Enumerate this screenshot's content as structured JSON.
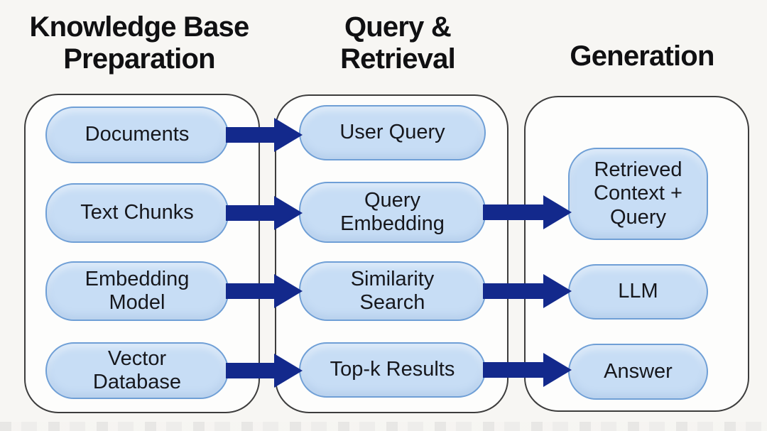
{
  "columns": [
    {
      "id": "knowledge-base-preparation",
      "header": "Knowledge Base\nPreparation",
      "items": [
        {
          "id": "documents",
          "label": "Documents"
        },
        {
          "id": "text-chunks",
          "label": "Text Chunks"
        },
        {
          "id": "embedding-model",
          "label": "Embedding\nModel"
        },
        {
          "id": "vector-database",
          "label": "Vector\nDatabase"
        }
      ]
    },
    {
      "id": "query-retrieval",
      "header": "Query &\nRetrieval",
      "items": [
        {
          "id": "user-query",
          "label": "User Query"
        },
        {
          "id": "query-embedding",
          "label": "Query\nEmbedding"
        },
        {
          "id": "similarity-search",
          "label": "Similarity\nSearch"
        },
        {
          "id": "top-k-results",
          "label": "Top-k Results"
        }
      ]
    },
    {
      "id": "generation",
      "header": "Generation",
      "items": [
        {
          "id": "retrieved-context-query",
          "label": "Retrieved\nContext +\nQuery"
        },
        {
          "id": "llm",
          "label": "LLM"
        },
        {
          "id": "answer",
          "label": "Answer"
        }
      ]
    }
  ],
  "arrows": [
    {
      "from": "documents",
      "to": "user-query"
    },
    {
      "from": "text-chunks",
      "to": "query-embedding"
    },
    {
      "from": "embedding-model",
      "to": "similarity-search"
    },
    {
      "from": "vector-database",
      "to": "top-k-results"
    },
    {
      "from": "query-embedding",
      "to": "retrieved-context-query"
    },
    {
      "from": "similarity-search",
      "to": "llm"
    },
    {
      "from": "top-k-results",
      "to": "answer"
    }
  ],
  "colors": {
    "background": "#f7f6f3",
    "node_fill": "#c7ddf5",
    "node_border": "#6f9fd6",
    "arrow": "#13298c",
    "container_border": "#3d3d3d",
    "text": "#101012"
  }
}
